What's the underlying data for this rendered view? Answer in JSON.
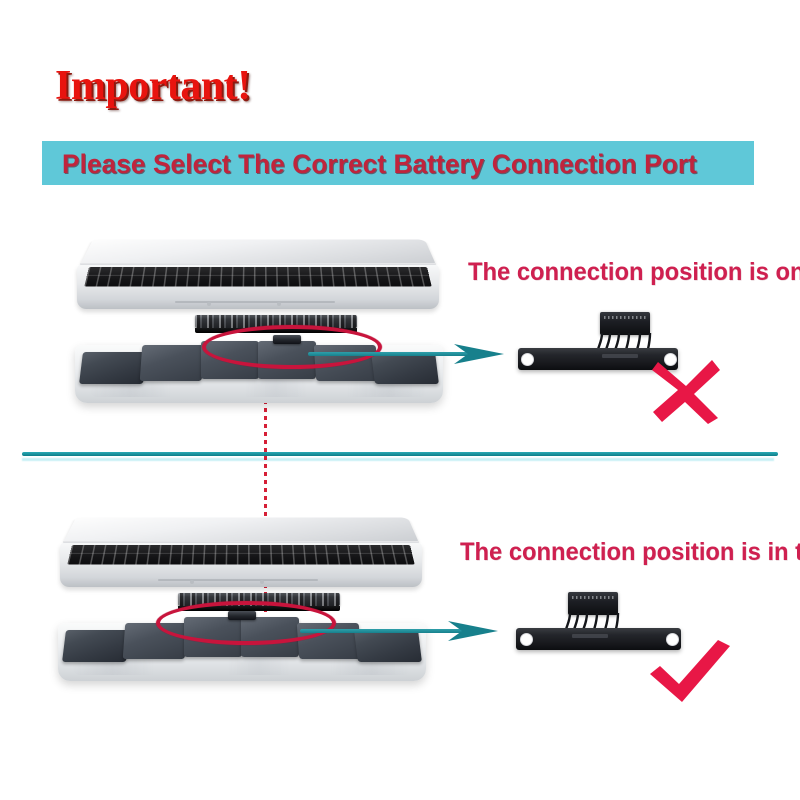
{
  "page": {
    "background_color": "#ffffff",
    "heading": "Important!",
    "heading_color": "#e8140f"
  },
  "banner": {
    "text": "Please Select The Correct Battery Connection Port",
    "background_color": "#5fc8d8",
    "text_color": "#c0243c"
  },
  "divider": {
    "color": "#17808c"
  },
  "options": [
    {
      "id": "option-right",
      "caption": "The connection position is on the right",
      "caption_color": "#cf2050",
      "verdict": "incorrect",
      "mark_icon": "cross-icon",
      "mark_color": "#e81746",
      "arrow_color": "#17808c",
      "highlight_color": "#c8143c",
      "connector_position": "right"
    },
    {
      "id": "option-middle",
      "caption": "The connection position is in the middle",
      "caption_color": "#cf2050",
      "verdict": "correct",
      "mark_icon": "check-icon",
      "mark_color": "#e81746",
      "arrow_color": "#17808c",
      "highlight_color": "#c8143c",
      "connector_position": "middle"
    }
  ],
  "icons": {
    "laptop_lid": "laptop-lid",
    "keyboard": "keyboard",
    "logic_board": "logic-board",
    "battery": "battery-pack",
    "connector": "battery-connector",
    "dotted_guide": "dotted-guide-line"
  }
}
